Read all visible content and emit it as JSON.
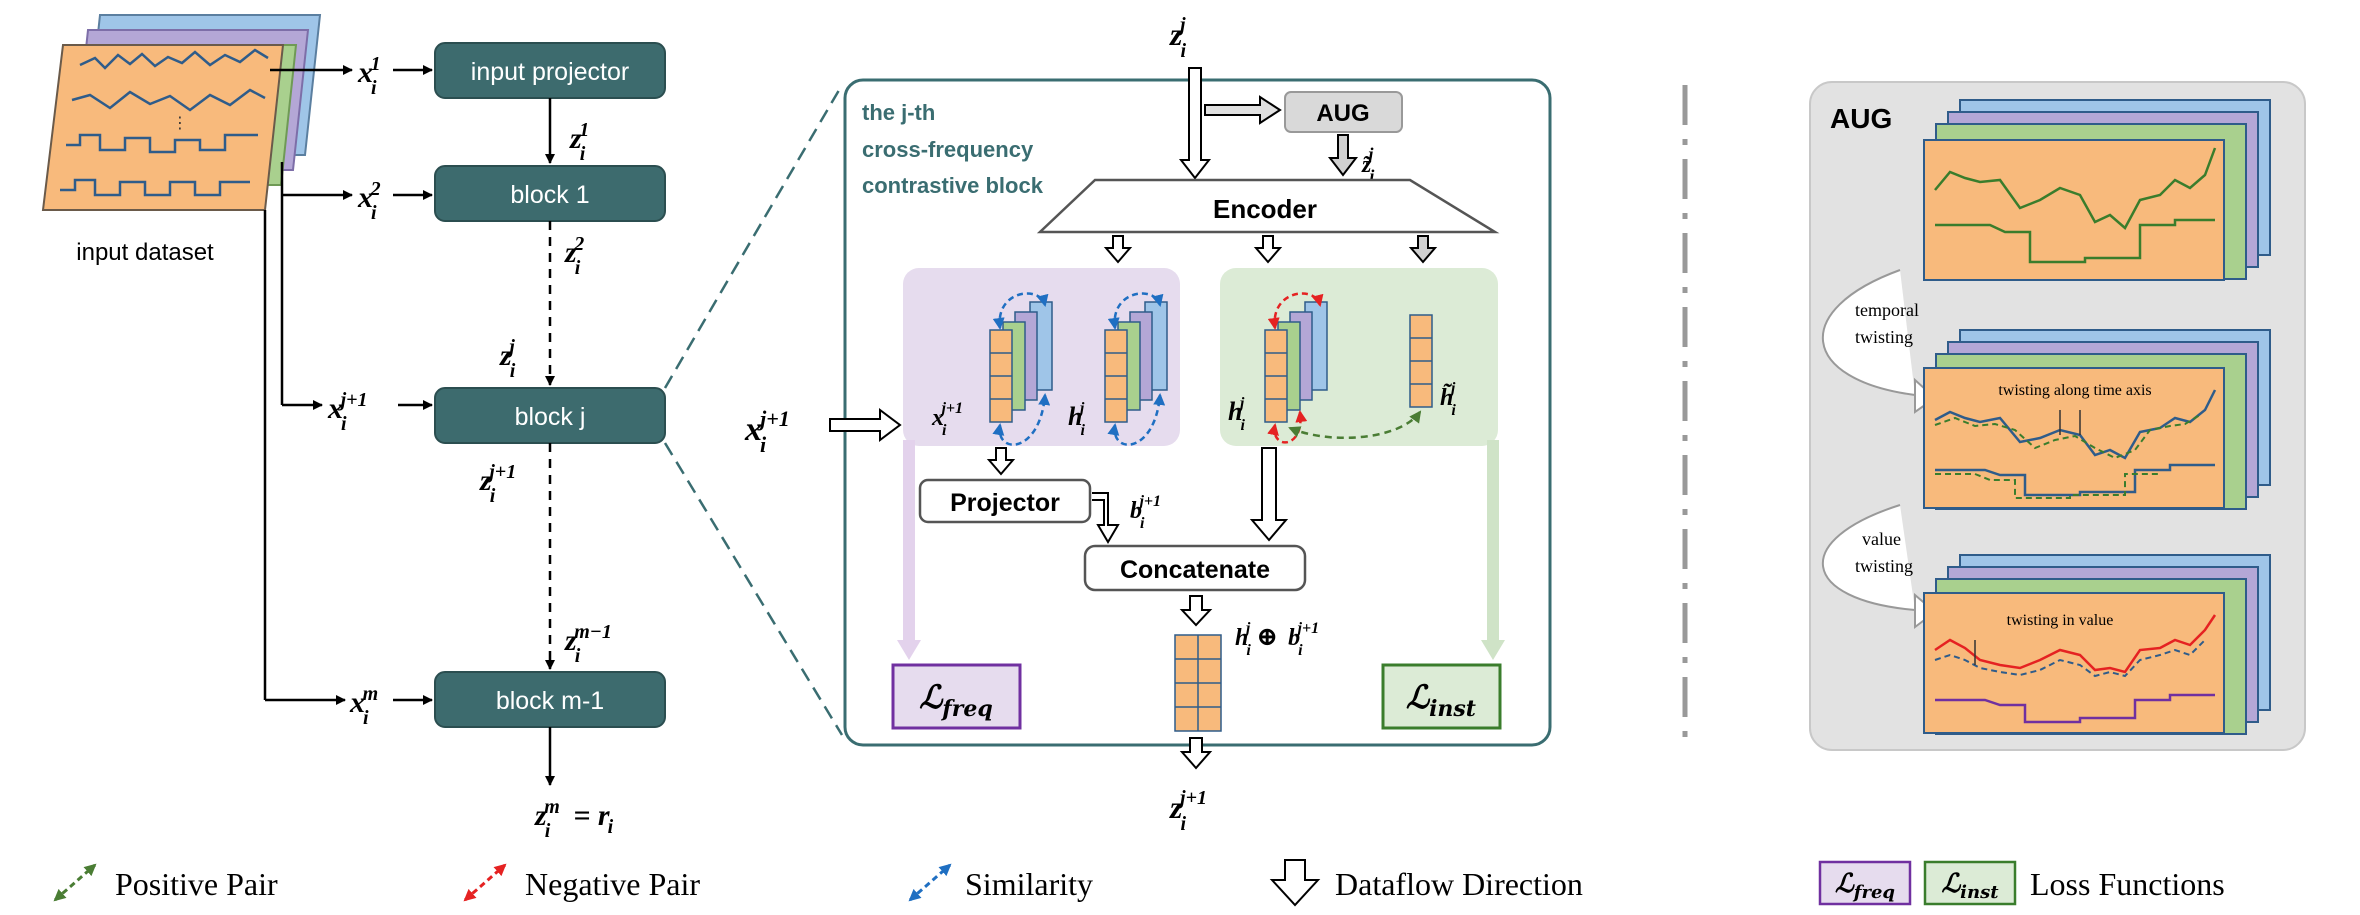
{
  "colors": {
    "block_fill": "#3d6b6e",
    "block_stroke": "#2b4e50",
    "orange": "#f8ba7c",
    "green_layer": "#a9d08e",
    "purple_layer": "#b4a7d6",
    "blue_layer": "#9fc5e8",
    "purple_bg": "#e6dcee",
    "green_bg": "#dcebd6",
    "teal_text": "#3a6d71",
    "l_freq_border": "#7030a0",
    "l_inst_border": "#3a7d2c",
    "positive": "#4a7d34",
    "negative": "#e52222",
    "similarity": "#1f6fc2",
    "aug_panel": "#e2e2e2"
  },
  "left": {
    "dataset_label": "input dataset",
    "input_projector_label": "input projector",
    "block1_label": "block 1",
    "blockj_label": "block j",
    "blockm_label": "block m-1",
    "x1": "x_i^1",
    "x2": "x_i^2",
    "xj1": "x_i^{j+1}",
    "xm": "x_i^m",
    "z1": "z_i^1",
    "z2": "z_i^2",
    "zj": "z_i^j",
    "zj1": "z_i^{j+1}",
    "zm1": "z_i^{m-1}",
    "zm_eq": "z_i^m = r_i"
  },
  "middle": {
    "title_line1": "the j-th",
    "title_line2": "cross-frequency",
    "title_line3": "contrastive block",
    "aug_label": "AUG",
    "encoder_label": "Encoder",
    "projector_label": "Projector",
    "concat_label": "Concatenate",
    "l_freq": "L_freq",
    "l_inst": "L_inst",
    "zj_in": "z_i^j",
    "zj_tilde": "z~_i^j",
    "xj1_in": "x_i^{j+1}",
    "x_label": "x_i^{j+1}",
    "h_label": "h_i^j",
    "h_label2": "h_i^j",
    "h_tilde": "h~_i^j",
    "b_label": "b_i^{j+1}",
    "hb_label": "h_i^j ⊕ b_i^{j+1}",
    "zj1_out": "z_i^{j+1}"
  },
  "right": {
    "aug_title": "AUG",
    "temporal_twisting": "temporal twisting",
    "value_twisting": "value twisting",
    "twist_time": "twisting along time axis",
    "twist_value": "twisting in value"
  },
  "legend": {
    "positive": "Positive Pair",
    "negative": "Negative Pair",
    "similarity": "Similarity",
    "dataflow": "Dataflow Direction",
    "loss_functions": "Loss Functions",
    "l_freq": "L_freq",
    "l_inst": "L_inst"
  }
}
